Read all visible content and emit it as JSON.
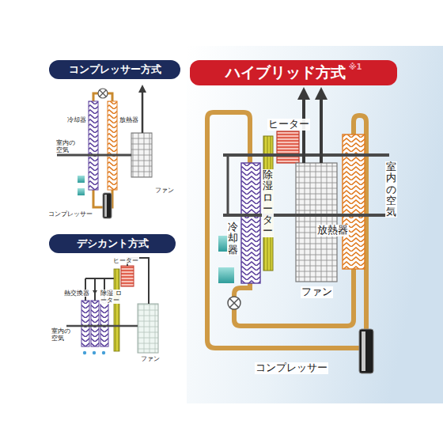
{
  "diagram": {
    "nodes": [
      {
        "text": [
          "コンプレッサー方式"
        ]
      },
      {
        "text": [
          "デシカント方式"
        ]
      },
      {
        "text": [
          "ハイブリッド方式",
          "※1"
        ]
      }
    ],
    "labels": [
      "冷却器",
      "放熱器",
      "室内の 空気",
      "ファン",
      "コンプレッサー",
      "ヒーター",
      "熱交換器",
      "除湿 ローター",
      "室内の 空気",
      "ファン",
      "ヒーター",
      "除湿ローター",
      "冷却器",
      "放熱器",
      "室内の空気",
      "ファン",
      "コンプレッサー"
    ]
  }
}
